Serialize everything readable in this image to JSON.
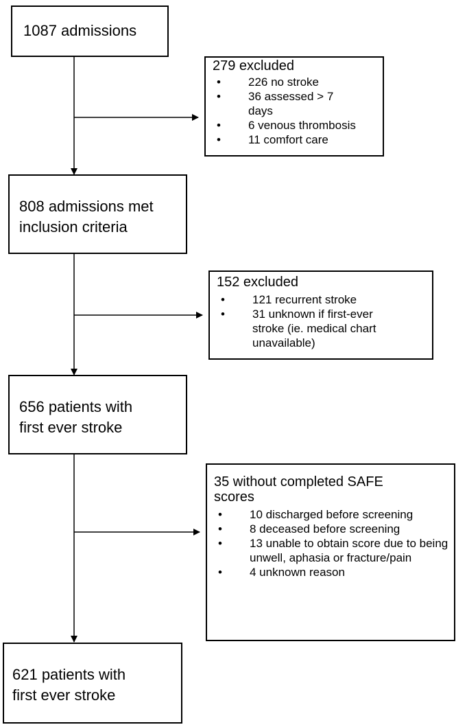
{
  "main_boxes": [
    {
      "id": "admissions",
      "text": "1087 admissions"
    },
    {
      "id": "met_criteria",
      "text": "808 admissions met\ninclusion criteria"
    },
    {
      "id": "first_ever",
      "text": "656 patients with\nfirst ever stroke"
    },
    {
      "id": "final",
      "text": "621 patients with\nfirst ever stroke"
    }
  ],
  "exclusion_boxes": [
    {
      "heading": "279 excluded",
      "items": [
        "226 no stroke",
        "36 assessed > 7 days",
        "6 venous thrombosis",
        "11 comfort care"
      ]
    },
    {
      "heading": "152 excluded",
      "items": [
        "121 recurrent stroke",
        "31 unknown if first-ever stroke (ie. medical chart unavailable)"
      ]
    },
    {
      "heading": "35 without completed SAFE scores",
      "items": [
        "10 discharged before screening",
        "8 deceased before screening",
        "13 unable to obtain score due to being unwell, aphasia or fracture/pain",
        "4 unknown reason"
      ]
    }
  ]
}
